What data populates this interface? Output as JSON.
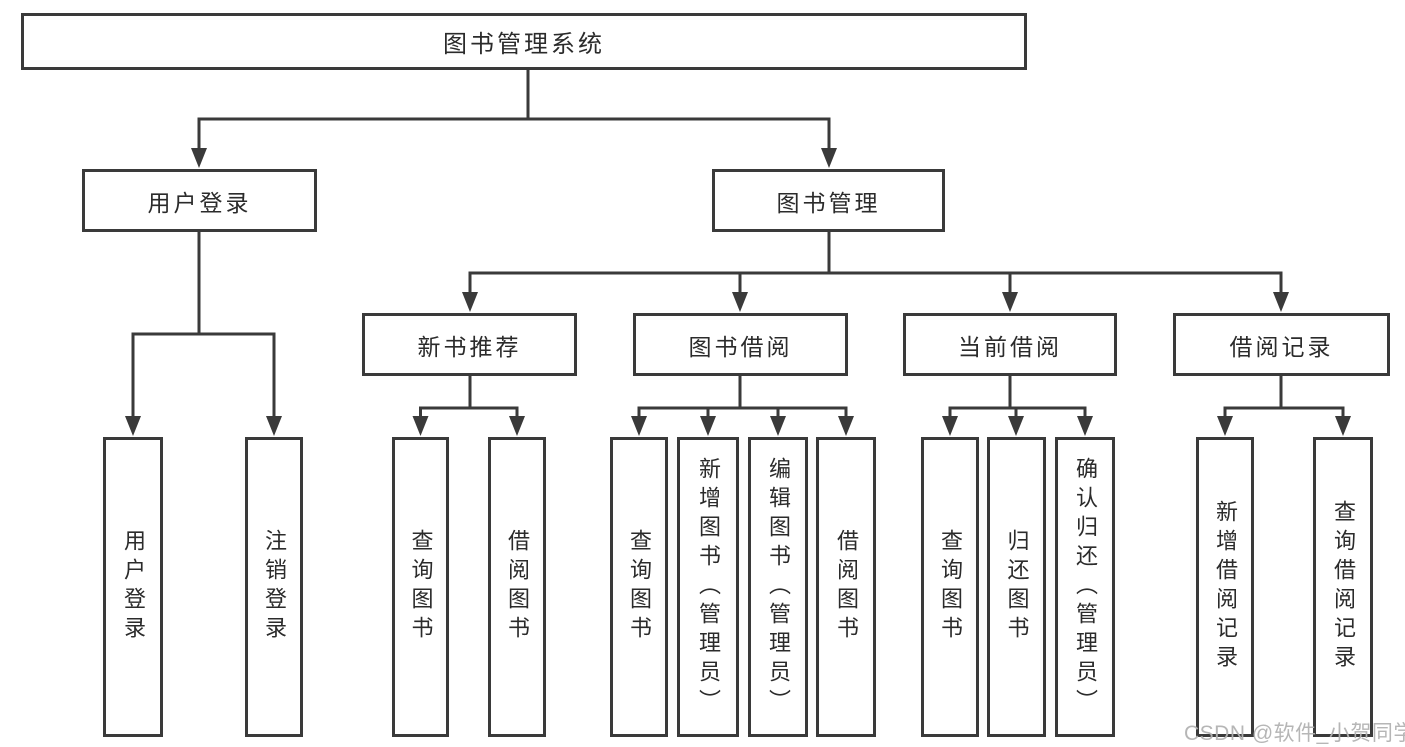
{
  "diagram": {
    "root": "图书管理系统",
    "branches": {
      "user_login": {
        "label": "用户登录",
        "children": [
          "用户登录",
          "注销登录"
        ]
      },
      "book_mgmt": {
        "label": "图书管理",
        "sections": {
          "new_book": {
            "label": "新书推荐",
            "children": [
              "查询图书",
              "借阅图书"
            ]
          },
          "book_borrow": {
            "label": "图书借阅",
            "children": [
              "查询图书",
              "新增图书（管理员）",
              "编辑图书（管理员）",
              "借阅图书"
            ]
          },
          "current_borrow": {
            "label": "当前借阅",
            "children": [
              "查询图书",
              "归还图书",
              "确认归还（管理员）"
            ]
          },
          "borrow_record": {
            "label": "借阅记录",
            "children": [
              "新增借阅记录",
              "查询借阅记录"
            ]
          }
        }
      }
    }
  },
  "watermark": "CSDN @软件_小贺同学",
  "colors": {
    "line": "#3a3a3a",
    "text": "#2b2b2b",
    "watermark": "#b2b2b2",
    "background": "#ffffff"
  }
}
